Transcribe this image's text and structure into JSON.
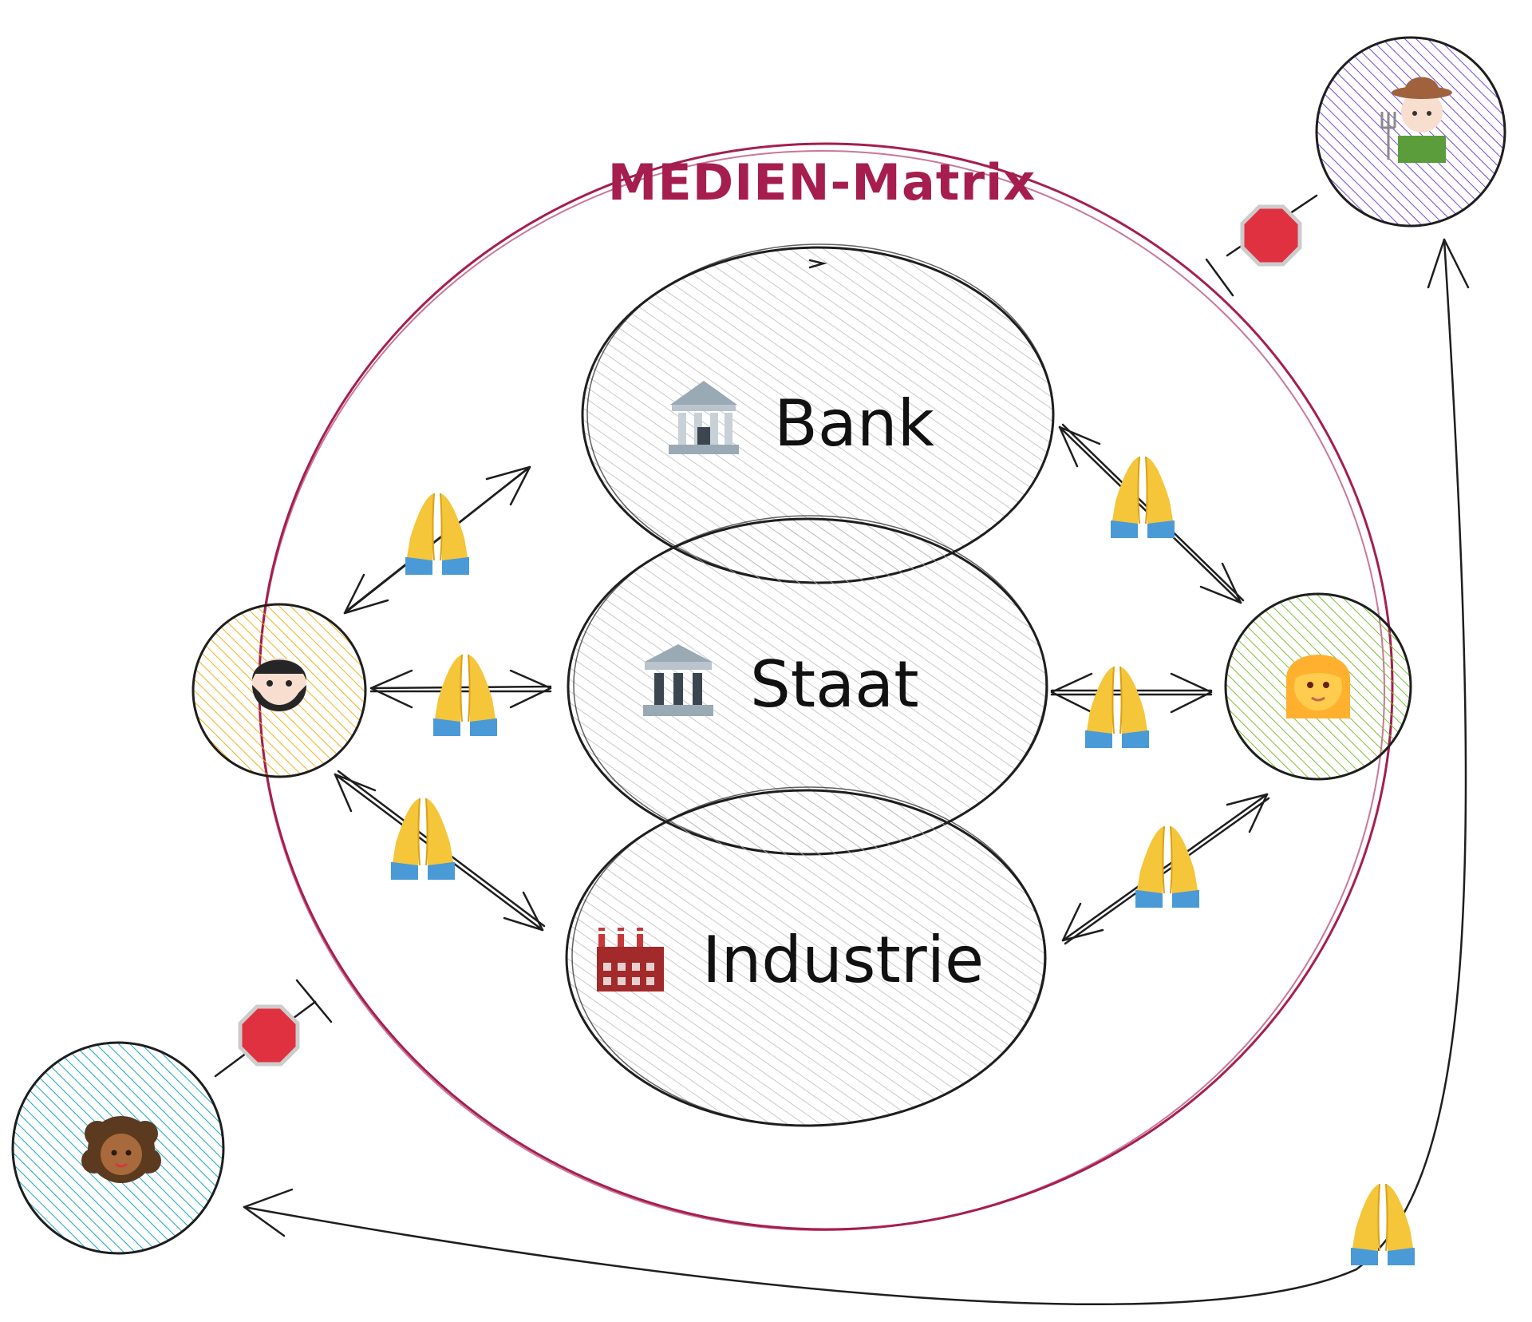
{
  "title": "MEDIEN-Matrix",
  "institutions": [
    {
      "id": "bank",
      "label": "Bank",
      "icon": "bank-icon"
    },
    {
      "id": "staat",
      "label": "Staat",
      "icon": "government-icon"
    },
    {
      "id": "industrie",
      "label": "Industrie",
      "icon": "factory-icon"
    }
  ],
  "people": [
    {
      "id": "bearded-man",
      "icon": "bearded-man-icon",
      "color": "#f0b41c"
    },
    {
      "id": "woman-red-hair",
      "icon": "woman-icon",
      "color": "#7cc233"
    },
    {
      "id": "farmer",
      "icon": "farmer-icon",
      "color": "#7048e8"
    },
    {
      "id": "woman-curly",
      "icon": "curly-hair-woman-icon",
      "color": "#15aabf"
    }
  ],
  "symbols": {
    "pray": "folded-hands-icon",
    "stop": "stop-sign-icon"
  },
  "colors": {
    "matrix": "#a61e4d",
    "stop": "#e03141",
    "ellipse_fill": "#d9d9d9",
    "stroke": "#1e1e1e"
  }
}
